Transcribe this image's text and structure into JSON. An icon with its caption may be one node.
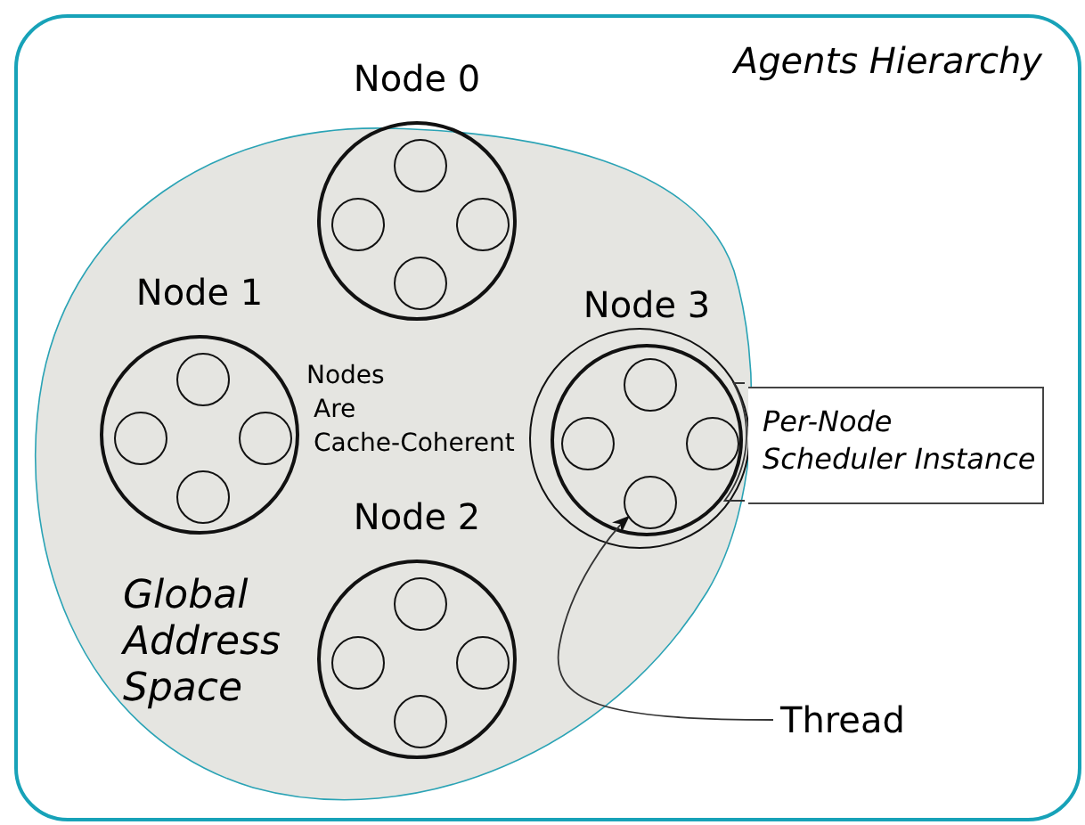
{
  "diagram": {
    "nodes": [
      {
        "text": [
          "Agents Hierarchy"
        ]
      },
      {
        "text": [
          "Global Address Space"
        ],
        "in": 0
      },
      {
        "text": [
          "Node 0"
        ],
        "in": 1
      },
      {
        "text": [],
        "shape": "circle",
        "in": 2
      },
      {
        "text": [],
        "shape": "circle",
        "in": 2
      },
      {
        "text": [],
        "shape": "circle",
        "in": 2
      },
      {
        "text": [],
        "shape": "circle",
        "in": 2
      },
      {
        "text": [
          "Node 1"
        ],
        "in": 1
      },
      {
        "text": [],
        "shape": "circle",
        "in": 7
      },
      {
        "text": [],
        "shape": "circle",
        "in": 7
      },
      {
        "text": [],
        "shape": "circle",
        "in": 7
      },
      {
        "text": [],
        "shape": "circle",
        "in": 7
      },
      {
        "text": [],
        "shape": "circle",
        "in": 1
      },
      {
        "text": [
          "Node 3"
        ],
        "in": 12
      },
      {
        "text": [],
        "shape": "circle",
        "in": 13
      },
      {
        "text": [],
        "shape": "circle",
        "in": 13
      },
      {
        "text": [],
        "shape": "circle",
        "in": 13
      },
      {
        "text": [],
        "shape": "circle",
        "in": 13
      },
      {
        "text": [
          "Node 2"
        ],
        "in": 1
      },
      {
        "text": [],
        "shape": "circle",
        "in": 18
      },
      {
        "text": [],
        "shape": "circle",
        "in": 18
      },
      {
        "text": [],
        "shape": "circle",
        "in": 18
      },
      {
        "text": [],
        "shape": "circle",
        "in": 18
      },
      {
        "text": [
          "Per-Node Scheduler Instance"
        ],
        "in": 0
      },
      {
        "text": [
          "Thread"
        ],
        "in": 0
      }
    ],
    "edges": [
      {
        "from": 23,
        "to": 12,
        "arrow": "none"
      },
      {
        "from": 24,
        "to": 17,
        "arrow": "to"
      }
    ],
    "labels": [
      "Nodes Are Cache-Coherent"
    ]
  }
}
